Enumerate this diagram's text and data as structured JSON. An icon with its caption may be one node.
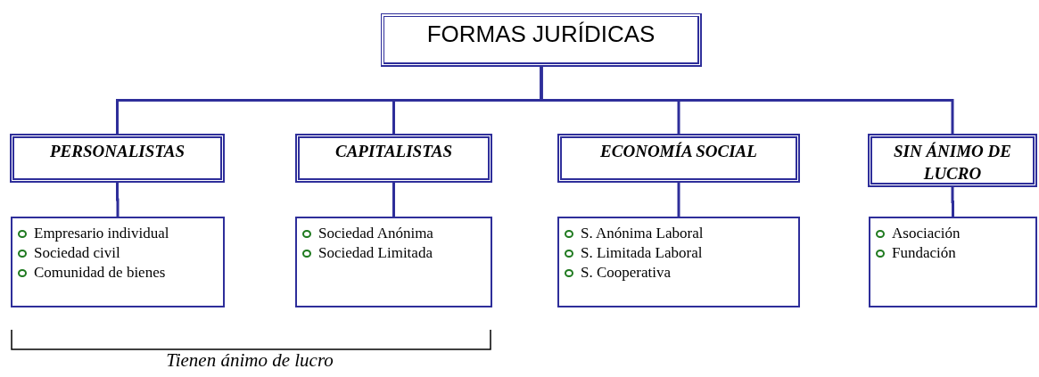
{
  "diagram": {
    "nodes": [
      {
        "text": [
          "FORMAS JURÍDICAS"
        ]
      },
      {
        "text": [
          "PERSONALISTAS"
        ]
      },
      {
        "text": [
          "CAPITALISTAS"
        ]
      },
      {
        "text": [
          "ECONOMÍA SOCIAL"
        ]
      },
      {
        "text": [
          "SIN ÁNIMO DE LUCRO"
        ]
      },
      {
        "text": [
          "Empresario individual",
          "Sociedad civil",
          "Comunidad de bienes"
        ]
      },
      {
        "text": [
          "Sociedad Anónima",
          "Sociedad Limitada"
        ]
      },
      {
        "text": [
          "S. Anónima Laboral",
          "S. Limitada Laboral",
          "S. Cooperativa"
        ]
      },
      {
        "text": [
          "Asociación",
          "Fundación"
        ]
      }
    ],
    "edges": [
      {
        "from": 0,
        "to": 1,
        "arrow": "none"
      },
      {
        "from": 0,
        "to": 2,
        "arrow": "none"
      },
      {
        "from": 0,
        "to": 3,
        "arrow": "none"
      },
      {
        "from": 0,
        "to": 4,
        "arrow": "none"
      },
      {
        "from": 1,
        "to": 5,
        "arrow": "none"
      },
      {
        "from": 2,
        "to": 6,
        "arrow": "none"
      },
      {
        "from": 3,
        "to": 7,
        "arrow": "none"
      },
      {
        "from": 4,
        "to": 8,
        "arrow": "none"
      }
    ],
    "labels": [
      "Tienen ánimo de lucro"
    ]
  }
}
